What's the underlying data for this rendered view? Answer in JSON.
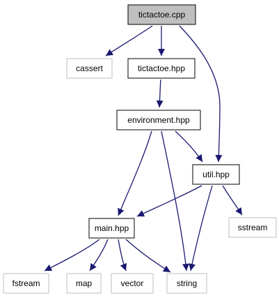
{
  "graph": {
    "nodes": [
      {
        "id": "tictactoe_cpp",
        "label": "tictactoe.cpp",
        "style": "root"
      },
      {
        "id": "cassert",
        "label": "cassert",
        "style": "external"
      },
      {
        "id": "tictactoe_hpp",
        "label": "tictactoe.hpp",
        "style": "local"
      },
      {
        "id": "environment_hpp",
        "label": "environment.hpp",
        "style": "local"
      },
      {
        "id": "util_hpp",
        "label": "util.hpp",
        "style": "local"
      },
      {
        "id": "sstream",
        "label": "sstream",
        "style": "external"
      },
      {
        "id": "main_hpp",
        "label": "main.hpp",
        "style": "local"
      },
      {
        "id": "fstream",
        "label": "fstream",
        "style": "external"
      },
      {
        "id": "map",
        "label": "map",
        "style": "external"
      },
      {
        "id": "vector",
        "label": "vector",
        "style": "external"
      },
      {
        "id": "string",
        "label": "string",
        "style": "external"
      }
    ],
    "edges": [
      {
        "from": "tictactoe_cpp",
        "to": "cassert"
      },
      {
        "from": "tictactoe_cpp",
        "to": "tictactoe_hpp"
      },
      {
        "from": "tictactoe_cpp",
        "to": "util_hpp"
      },
      {
        "from": "tictactoe_hpp",
        "to": "environment_hpp"
      },
      {
        "from": "environment_hpp",
        "to": "main_hpp"
      },
      {
        "from": "environment_hpp",
        "to": "util_hpp"
      },
      {
        "from": "environment_hpp",
        "to": "string"
      },
      {
        "from": "util_hpp",
        "to": "main_hpp"
      },
      {
        "from": "util_hpp",
        "to": "sstream"
      },
      {
        "from": "util_hpp",
        "to": "string"
      },
      {
        "from": "main_hpp",
        "to": "fstream"
      },
      {
        "from": "main_hpp",
        "to": "map"
      },
      {
        "from": "main_hpp",
        "to": "vector"
      },
      {
        "from": "main_hpp",
        "to": "string"
      }
    ],
    "colors": {
      "edge": "#191970",
      "root_fill": "#bfbfbf",
      "root_border": "#000000",
      "local_fill": "#ffffff",
      "local_border": "#000000",
      "external_fill": "#ffffff",
      "external_border": "#bfbfbf"
    }
  }
}
